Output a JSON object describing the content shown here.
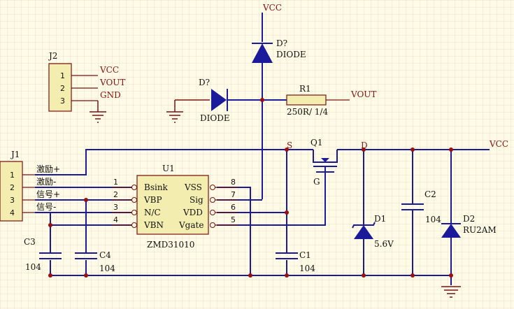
{
  "nets": {
    "vcc": "VCC",
    "vout": "VOUT",
    "gnd": "GND"
  },
  "j2": {
    "ref": "J2",
    "pins": [
      "1",
      "2",
      "3"
    ]
  },
  "j1": {
    "ref": "J1",
    "pins": [
      "1",
      "2",
      "3",
      "4"
    ],
    "signals": [
      "激励+",
      "激励-",
      "信号+",
      "信号-"
    ]
  },
  "u1": {
    "ref": "U1",
    "part": "ZMD31010",
    "left_pins": [
      {
        "num": "1",
        "name": "Bsink"
      },
      {
        "num": "2",
        "name": "VBP"
      },
      {
        "num": "3",
        "name": "N/C"
      },
      {
        "num": "4",
        "name": "VBN"
      }
    ],
    "right_pins": [
      {
        "num": "8",
        "name": "VSS"
      },
      {
        "num": "7",
        "name": "Sig"
      },
      {
        "num": "6",
        "name": "VDD"
      },
      {
        "num": "5",
        "name": "Vgate"
      }
    ]
  },
  "d_top": {
    "ref": "D?",
    "value": "DIODE"
  },
  "d_left": {
    "ref": "D?",
    "value": "DIODE"
  },
  "r1": {
    "ref": "R1",
    "value": "250R/ 1/4"
  },
  "q1": {
    "ref": "Q1",
    "s": "S",
    "d": "D",
    "g": "G"
  },
  "d1": {
    "ref": "D1",
    "value": "5.6V"
  },
  "d2": {
    "ref": "D2",
    "value": "RU2AM"
  },
  "c1": {
    "ref": "C1",
    "value": "104"
  },
  "c2": {
    "ref": "C2",
    "value": "104"
  },
  "c3": {
    "ref": "C3",
    "value": "104"
  },
  "c4": {
    "ref": "C4",
    "value": "104"
  },
  "colors": {
    "wire": "#1a1a9a",
    "pin": "#7a1010",
    "net_label": "#8a1010",
    "background": "#fffbe6",
    "component_fill": "#f4edb0"
  }
}
